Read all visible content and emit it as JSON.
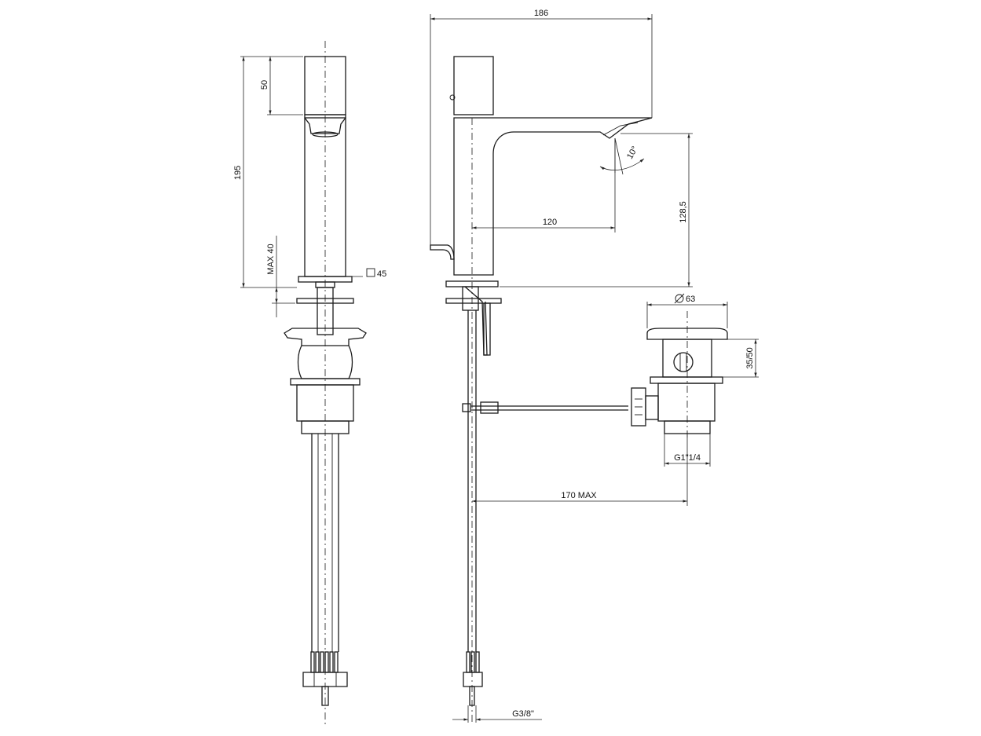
{
  "dimensions": {
    "overall_length": "186",
    "height_total": "195",
    "handle_height": "50",
    "deck_thickness_max": "MAX 40",
    "body_square": "45",
    "spout_reach": "120",
    "spout_height": "128,5",
    "spout_angle": "10°",
    "waste_diameter": "63",
    "waste_stroke": "35/50",
    "waste_thread": "G1\"1/4",
    "rod_reach_max": "170 MAX",
    "supply_thread": "G3/8\""
  },
  "symbols": {
    "square": "□",
    "diameter": "Ø"
  }
}
